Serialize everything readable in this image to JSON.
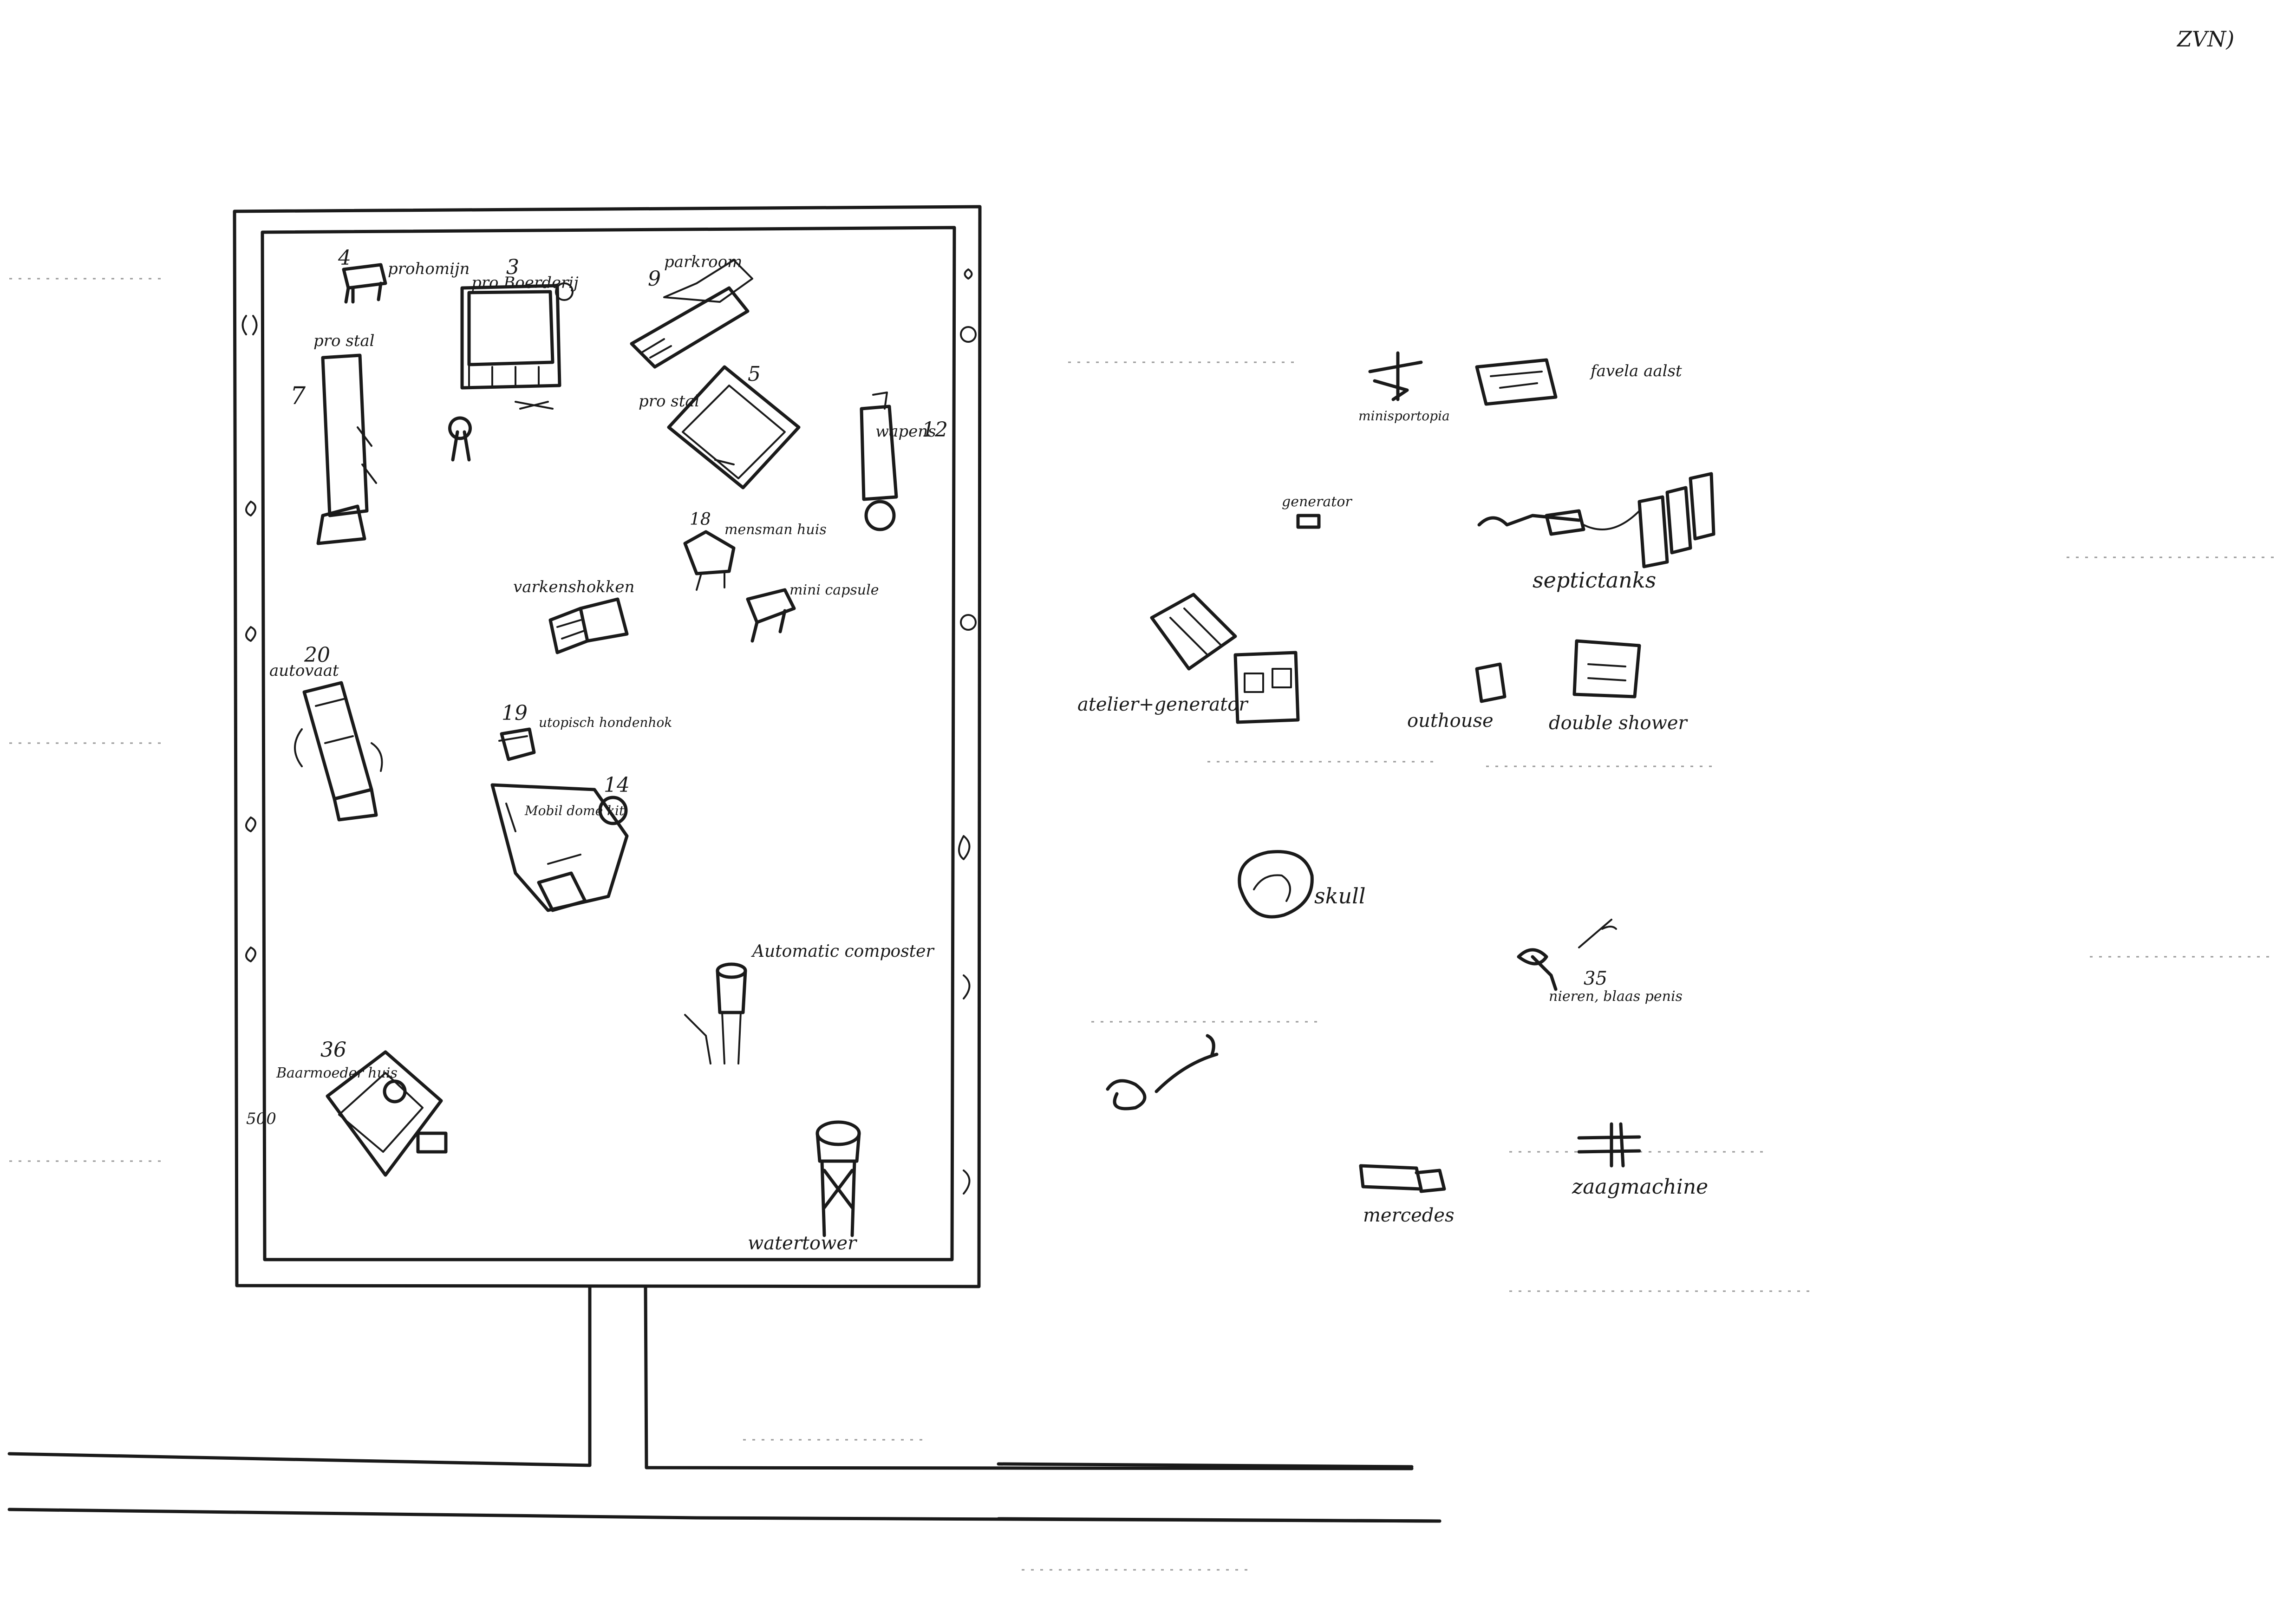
{
  "corner_mark": "ZVN)",
  "festival_site": {
    "items": [
      {
        "num": "4",
        "label": "prohomijn"
      },
      {
        "num": "3",
        "label": "pro Boerderij"
      },
      {
        "num": "9",
        "label": "parkroom"
      },
      {
        "num": "7",
        "label": "pro stal"
      },
      {
        "num": "5",
        "label": "pro stal"
      },
      {
        "num": "12",
        "label": "wapens"
      },
      {
        "num": "18",
        "label": "mensman huis"
      },
      {
        "num": "",
        "label": "varkenshokken"
      },
      {
        "num": "",
        "label": "mini capsule"
      },
      {
        "num": "20",
        "label": "autovaat"
      },
      {
        "num": "19",
        "label": "utopisch hondenhok"
      },
      {
        "num": "14",
        "label": "Mobil dome kit"
      },
      {
        "num": "",
        "label": "Automatic composter"
      },
      {
        "num": "36",
        "label": "Baarmoeder huis"
      },
      {
        "num": "",
        "label": "watertower"
      }
    ]
  },
  "outside_items": [
    {
      "num": "",
      "label": "minisportopia"
    },
    {
      "num": "",
      "label": "favela aalst"
    },
    {
      "num": "",
      "label": "generator"
    },
    {
      "num": "",
      "label": "septictanks"
    },
    {
      "num": "",
      "label": "atelier+generator"
    },
    {
      "num": "",
      "label": "outhouse"
    },
    {
      "num": "",
      "label": "double shower"
    },
    {
      "num": "",
      "label": "skull"
    },
    {
      "num": "35",
      "label": "nieren, blaas penis"
    },
    {
      "num": "",
      "label": "mercedes"
    },
    {
      "num": "",
      "label": "zaagmachine"
    }
  ]
}
